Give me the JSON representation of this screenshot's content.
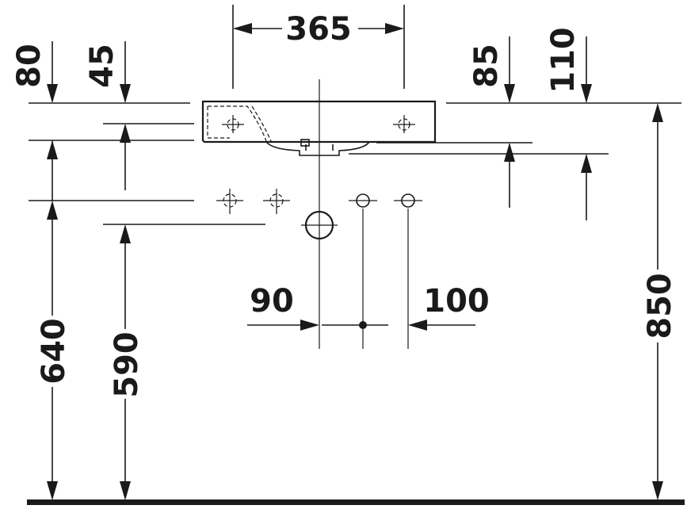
{
  "drawing": {
    "dimensions": {
      "width_365": "365",
      "top_80": "80",
      "top_45": "45",
      "top_85": "85",
      "top_110": "110",
      "left_640": "640",
      "left_590": "590",
      "right_850": "850",
      "spacing_90": "90",
      "spacing_100": "100"
    },
    "colors": {
      "line": "#1a1a1a",
      "background": "#ffffff"
    }
  }
}
